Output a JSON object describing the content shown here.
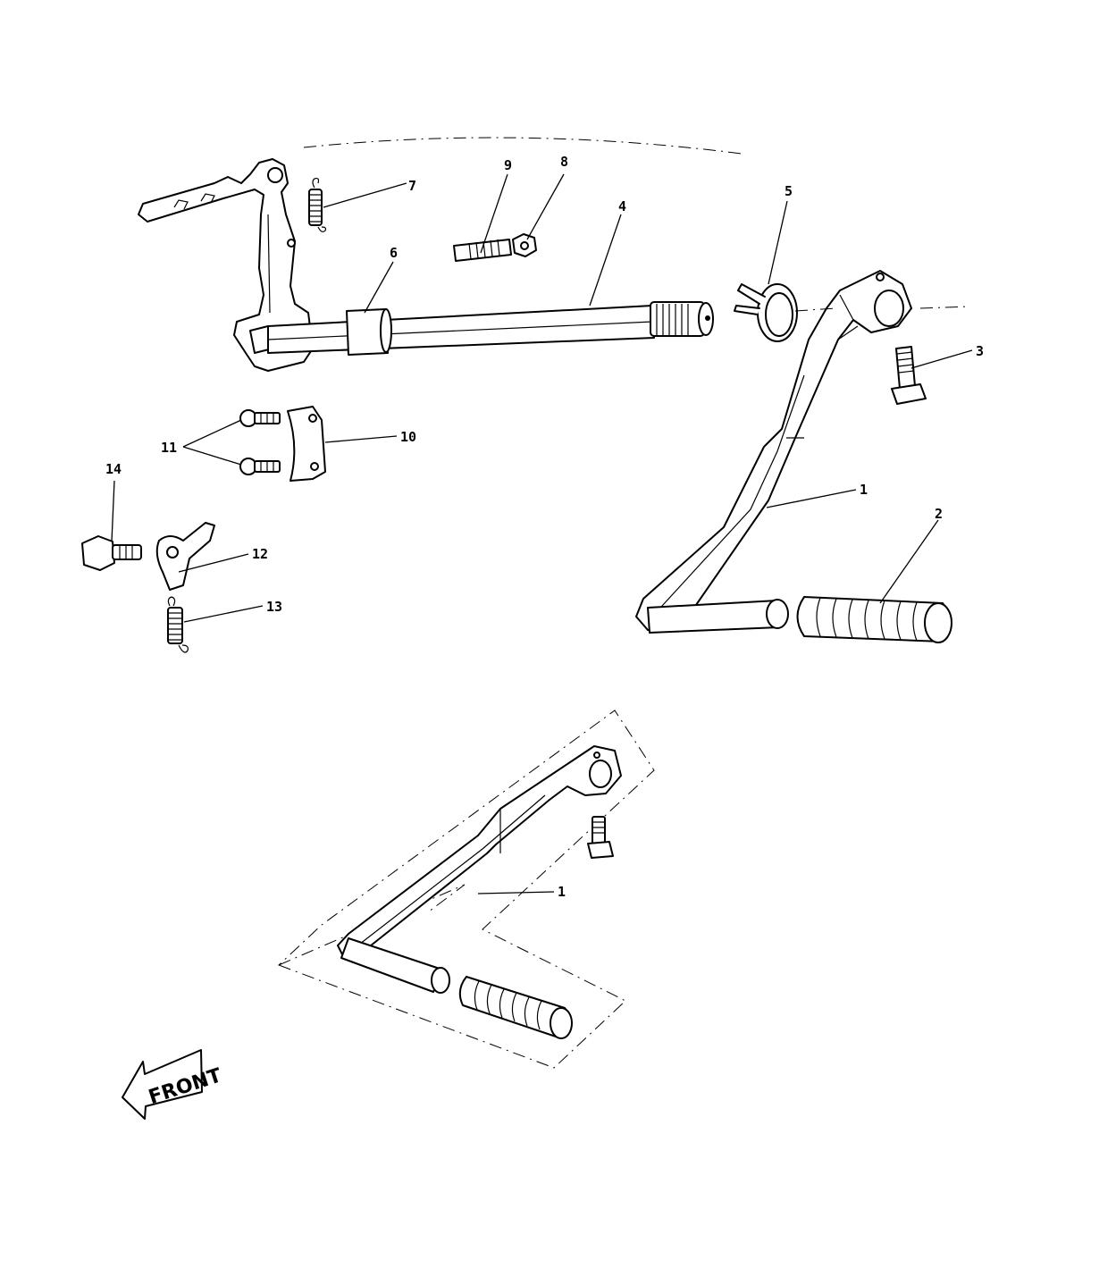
{
  "callouts": {
    "p1_upper": "1",
    "p1_lower": "1",
    "p2": "2",
    "p3": "3",
    "p4": "4",
    "p5": "5",
    "p6": "6",
    "p7": "7",
    "p8": "8",
    "p9": "9",
    "p10": "10",
    "p11": "11",
    "p12": "12",
    "p13": "13",
    "p14": "14"
  },
  "front_arrow_text": "FRONT"
}
